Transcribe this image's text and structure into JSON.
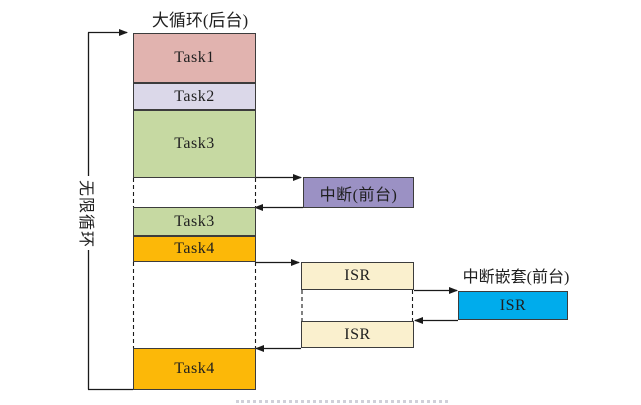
{
  "diagram": {
    "background_title": "大循环(后台)",
    "infinite_loop_label": "无限循环",
    "nested_interrupt_title": "中断嵌套(前台)",
    "background_blocks": [
      {
        "label": "Task1",
        "color": "#E1B3AF"
      },
      {
        "label": "Task2",
        "color": "#DBD8E9"
      },
      {
        "label": "Task3",
        "color": "#C6D9A2"
      },
      {
        "label": "Task3",
        "color": "#C6D9A2"
      },
      {
        "label": "Task4",
        "color": "#FCB808"
      },
      {
        "label": "Task4",
        "color": "#FCB808"
      }
    ],
    "foreground_blocks": {
      "interrupt": {
        "label": "中断(前台)",
        "color": "#9B91C4"
      },
      "isr_first": {
        "label": "ISR",
        "color": "#FAF0CE"
      },
      "isr_second": {
        "label": "ISR",
        "color": "#FAF0CE"
      },
      "nested_isr": {
        "label": "ISR",
        "color": "#00ACEC"
      }
    },
    "line_color": "#1a1a1a"
  }
}
